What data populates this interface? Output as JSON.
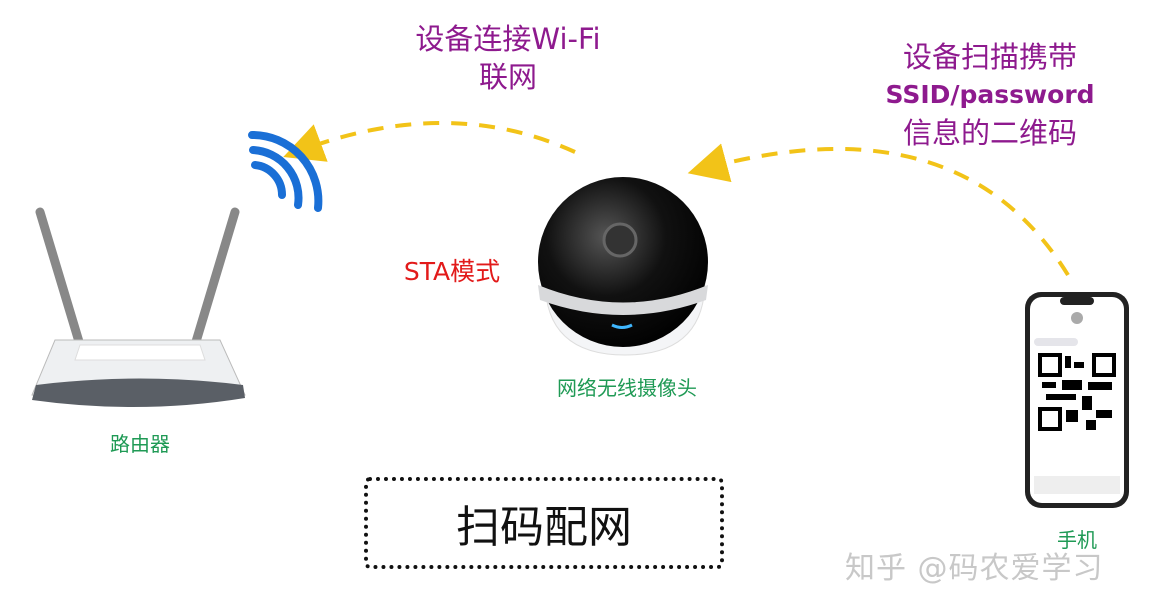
{
  "labels": {
    "connect_wifi_line1": "设备连接Wi-Fi",
    "connect_wifi_line2": "联网",
    "scan_line1": "设备扫描携带",
    "scan_line2": "SSID/password",
    "scan_line3": "信息的二维码",
    "sta_mode": "STA模式",
    "router": "路由器",
    "camera": "网络无线摄像头",
    "phone": "手机",
    "box_title": "扫码配网",
    "watermark": "知乎 @码农爱学习"
  },
  "colors": {
    "purple_text": "#8e1a8e",
    "green_label": "#1f9a55",
    "red_label": "#e21a1a",
    "arrow": "#f2c318",
    "wifi": "#1a6fd6"
  }
}
